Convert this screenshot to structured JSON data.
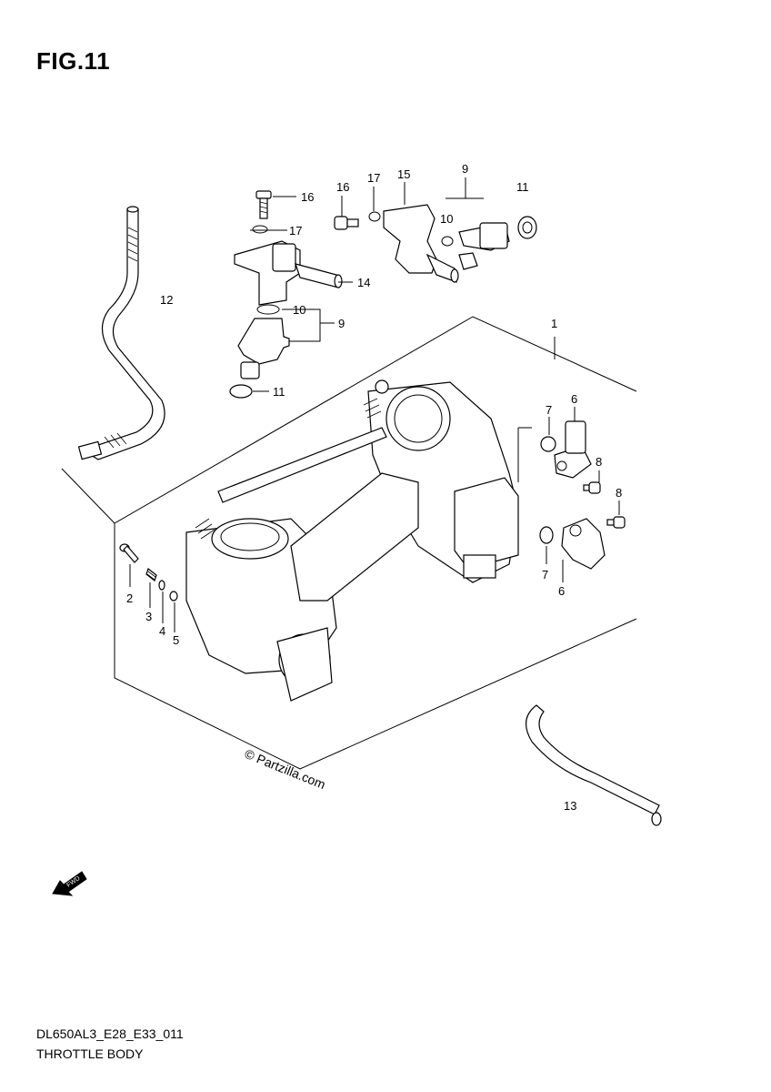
{
  "figure": {
    "title": "FIG.11",
    "model_code": "DL650AL3_E28_E33_011",
    "section_title": "THROTTLE BODY",
    "watermark": "© Partzilla.com",
    "fwd_label": "FWD"
  },
  "callouts": [
    {
      "id": "c1",
      "label": "1"
    },
    {
      "id": "c2",
      "label": "2"
    },
    {
      "id": "c3",
      "label": "3"
    },
    {
      "id": "c4",
      "label": "4"
    },
    {
      "id": "c5",
      "label": "5"
    },
    {
      "id": "c6a",
      "label": "6"
    },
    {
      "id": "c6b",
      "label": "6"
    },
    {
      "id": "c7a",
      "label": "7"
    },
    {
      "id": "c7b",
      "label": "7"
    },
    {
      "id": "c8a",
      "label": "8"
    },
    {
      "id": "c8b",
      "label": "8"
    },
    {
      "id": "c9a",
      "label": "9"
    },
    {
      "id": "c9b",
      "label": "9"
    },
    {
      "id": "c10a",
      "label": "10"
    },
    {
      "id": "c10b",
      "label": "10"
    },
    {
      "id": "c11a",
      "label": "11"
    },
    {
      "id": "c11b",
      "label": "11"
    },
    {
      "id": "c12",
      "label": "12"
    },
    {
      "id": "c13",
      "label": "13"
    },
    {
      "id": "c14",
      "label": "14"
    },
    {
      "id": "c15",
      "label": "15"
    },
    {
      "id": "c16a",
      "label": "16"
    },
    {
      "id": "c16b",
      "label": "16"
    },
    {
      "id": "c17a",
      "label": "17"
    },
    {
      "id": "c17b",
      "label": "17"
    }
  ]
}
